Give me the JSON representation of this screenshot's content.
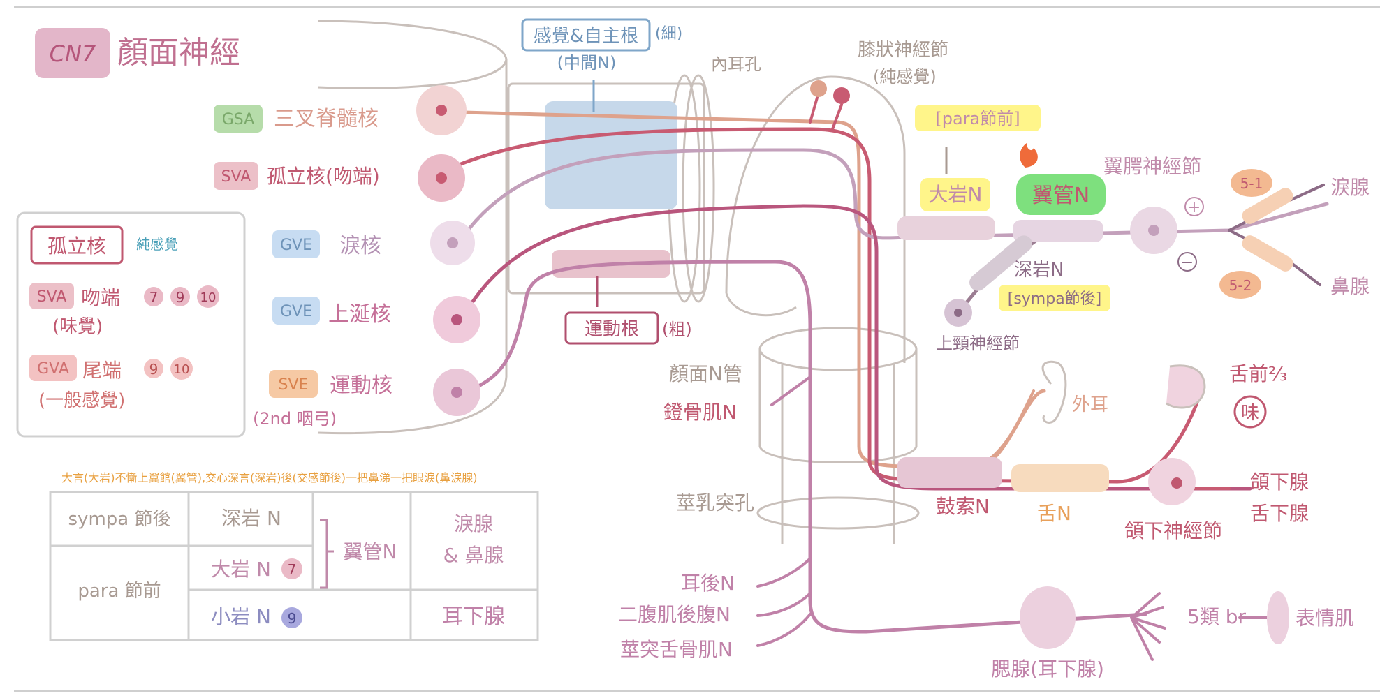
{
  "title": {
    "badge": "CN7",
    "text": "顏面神經"
  },
  "colors": {
    "pink": "#c77f9c",
    "dark_pink": "#b04f6e",
    "salmon": "#d98a8a",
    "mauve": "#c08aaa",
    "brown": "#b8aca4",
    "blue_box": "#7fa6c9",
    "green": "#8fcc8f",
    "yellow": "#fff58a",
    "orange": "#f2b98c"
  },
  "nuclei": [
    {
      "type": "GSA",
      "name": "三叉脊髓核"
    },
    {
      "type": "SVA",
      "name": "孤立核(吻端)"
    },
    {
      "type": "GVE",
      "name": "淚核"
    },
    {
      "type": "GVE",
      "name": "上涎核"
    },
    {
      "type": "SVE",
      "name": "運動核",
      "note": "(2nd 咽弓)"
    }
  ],
  "legend": {
    "title": "孤立核",
    "title_note": "純感覺",
    "rows": [
      {
        "tag": "SVA",
        "label": "吻端",
        "numbers": [
          "7",
          "9",
          "10"
        ],
        "note": "(味覺)"
      },
      {
        "tag": "GVA",
        "label": "尾端",
        "numbers": [
          "9",
          "10"
        ],
        "note": "(一般感覺)"
      }
    ]
  },
  "roots": {
    "sensory": "感覺&自主根",
    "sensory_note": "(細)",
    "intermediate": "(中間N)",
    "motor": "運動根",
    "motor_note": "(粗)"
  },
  "landmarks": {
    "meatus": "內耳孔",
    "canal": "顏面N管",
    "stylomastoid": "莖乳突孔",
    "geniculate": "膝狀神經節",
    "geniculate_note": "(純感覺)"
  },
  "branches": {
    "stapedius": "鐙骨肌N",
    "petrosal_greater": "大岩N",
    "vidian": "翼管N",
    "deep_petrosal": "深岩N",
    "sympa_label": "[sympa節後]",
    "para_label": "[para節前]",
    "superior_cervical": "上頸神經節",
    "pterygopalatine": "翼腭神經節",
    "plus": "+",
    "minus": "−",
    "lacrimal_tag": "5-1",
    "nasal_tag": "5-2",
    "lacrimal_gland": "淚腺",
    "nasal_gland": "鼻腺",
    "external_ear": "外耳",
    "chorda": "鼓索N",
    "lingual": "舌N",
    "tongue": "舌前⅔",
    "taste": "味",
    "submandibular_ganglion": "頜下神經節",
    "submandibular_gland": "頜下腺",
    "sublingual_gland": "舌下腺",
    "posterior_auricular": "耳後N",
    "digastric": "二腹肌後腹N",
    "stylohyoid": "莖突舌骨肌N",
    "parotid": "腮腺(耳下腺)",
    "five_br": "5類 br",
    "facial_muscles": "表情肌"
  },
  "mnemonic": "大言(大岩)不慚上翼館(翼管),交心深言(深岩)後(交感節後)一把鼻涕一把眼淚(鼻淚腺)",
  "table": {
    "row_sympa": "sympa 節後",
    "row_para": "para 節前",
    "deep_petrosal": "深岩 N",
    "greater_petrosal": "大岩 N",
    "greater_num": "7",
    "lesser_petrosal": "小岩 N",
    "lesser_num": "9",
    "vidian": "翼管N",
    "lacrimal_nasal_1": "淚腺",
    "lacrimal_nasal_2": "& 鼻腺",
    "parotid": "耳下腺"
  }
}
